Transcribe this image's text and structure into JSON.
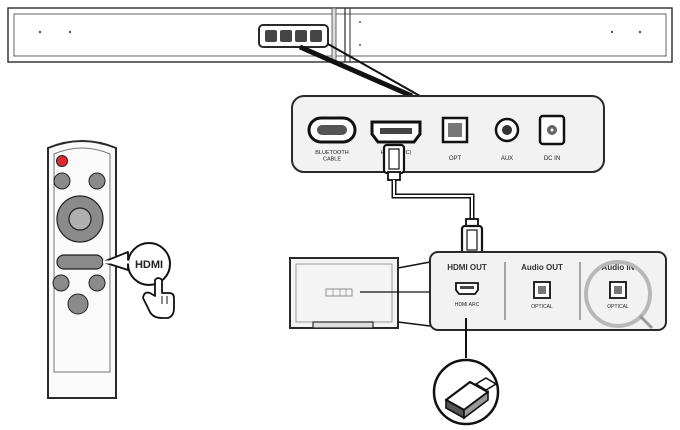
{
  "soundbar_panel": {
    "labels": [
      "BLUETOOTH\nCABLE",
      "HDMI (ARC)",
      "OPT",
      "AUX",
      "DC IN"
    ]
  },
  "remote": {
    "callout_label": "HDMI"
  },
  "tv_panel": {
    "sections": [
      {
        "header": "HDMI OUT",
        "sublabel": "HDMI ARC"
      },
      {
        "header": "Audio OUT",
        "sublabel": "OPTICAL"
      },
      {
        "header": "Audio IN",
        "sublabel": "OPTICAL"
      }
    ]
  },
  "colors": {
    "power_button": "#e0282e",
    "remote_body": "#fafafa",
    "button_fill": "#8a8a8a",
    "panel_fill": "#f2f2f2",
    "tv_fill": "#f4f4f4",
    "stroke": "#2a2a2a",
    "highlight_circle": "#b8b8b8"
  }
}
